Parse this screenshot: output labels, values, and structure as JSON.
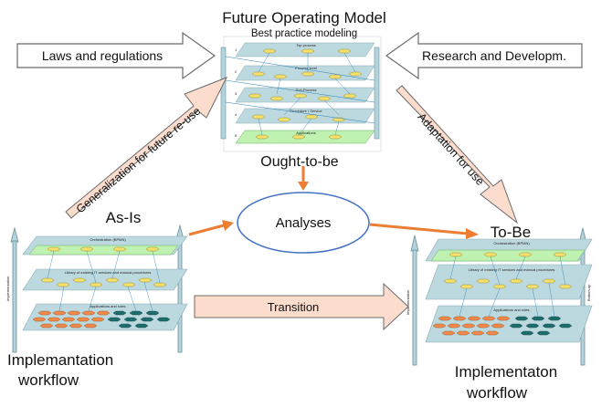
{
  "diagram": {
    "title": "Future Operating Model",
    "subtitle": "Best practice modeling",
    "arrows": {
      "laws": "Laws and regulations",
      "research": "Research and  Developm.",
      "generalization": "Generalization for future re-use",
      "adaptation": "Adaptation for use",
      "transition": "Transition"
    },
    "labels": {
      "ought_to_be": "Ought-to-be",
      "as_is": "As-Is",
      "to_be": "To-Be",
      "analyses": "Analyses",
      "impl_left_line1": "Implemantation",
      "impl_left_line2": "workflow",
      "impl_right_line1": "Implementaton",
      "impl_right_line2": "workflow"
    },
    "stack_labels": {
      "orchestration": "Orchestration (BPMN)",
      "library": "Library of existing IT services and manual procedures",
      "applications": "Applications and roles",
      "side_left": "Implementation",
      "side_right": "Bottom-up"
    },
    "fom_stack": {
      "layer_titles": [
        "Top process",
        "Process level",
        "Sub-Process",
        "Procedure / Service",
        "Applications"
      ],
      "layer_numbers": [
        "1",
        "2",
        "3",
        "4",
        "5"
      ]
    },
    "colors": {
      "arrow_fill": "#fbdccd",
      "arrow_stroke": "#6b6b6b",
      "orange": "#ed7d31",
      "ellipse_stroke": "#4472c4",
      "pillar": "#b4d3dc",
      "plane": "#bcd9e0",
      "plane_green": "#bff2b0",
      "yellow_node": "#f4e06d",
      "orange_node": "#f08a4b",
      "teal_node": "#1f6e6e"
    }
  }
}
